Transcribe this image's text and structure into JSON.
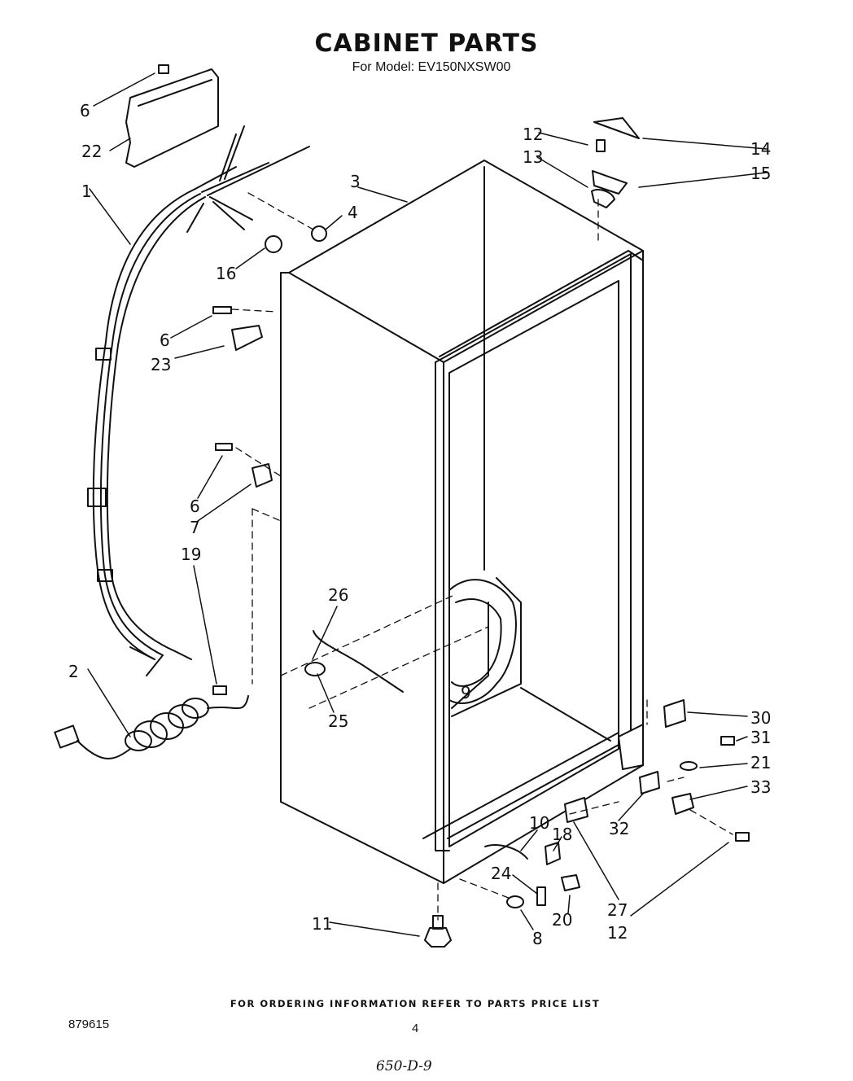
{
  "header": {
    "title": "CABINET PARTS",
    "subtitle": "For Model: EV150NXSW00"
  },
  "callouts": [
    "1",
    "2",
    "3",
    "4",
    "6",
    "6",
    "6",
    "7",
    "8",
    "9",
    "10",
    "11",
    "12",
    "12",
    "13",
    "14",
    "15",
    "16",
    "18",
    "19",
    "20",
    "21",
    "22",
    "23",
    "24",
    "25",
    "26",
    "27",
    "30",
    "31",
    "32",
    "33"
  ],
  "footer": {
    "ordering_note": "FOR ORDERING INFORMATION REFER TO PARTS PRICE LIST",
    "document_number": "879615",
    "page_number": "4",
    "handwritten_note": "650-D-9"
  }
}
